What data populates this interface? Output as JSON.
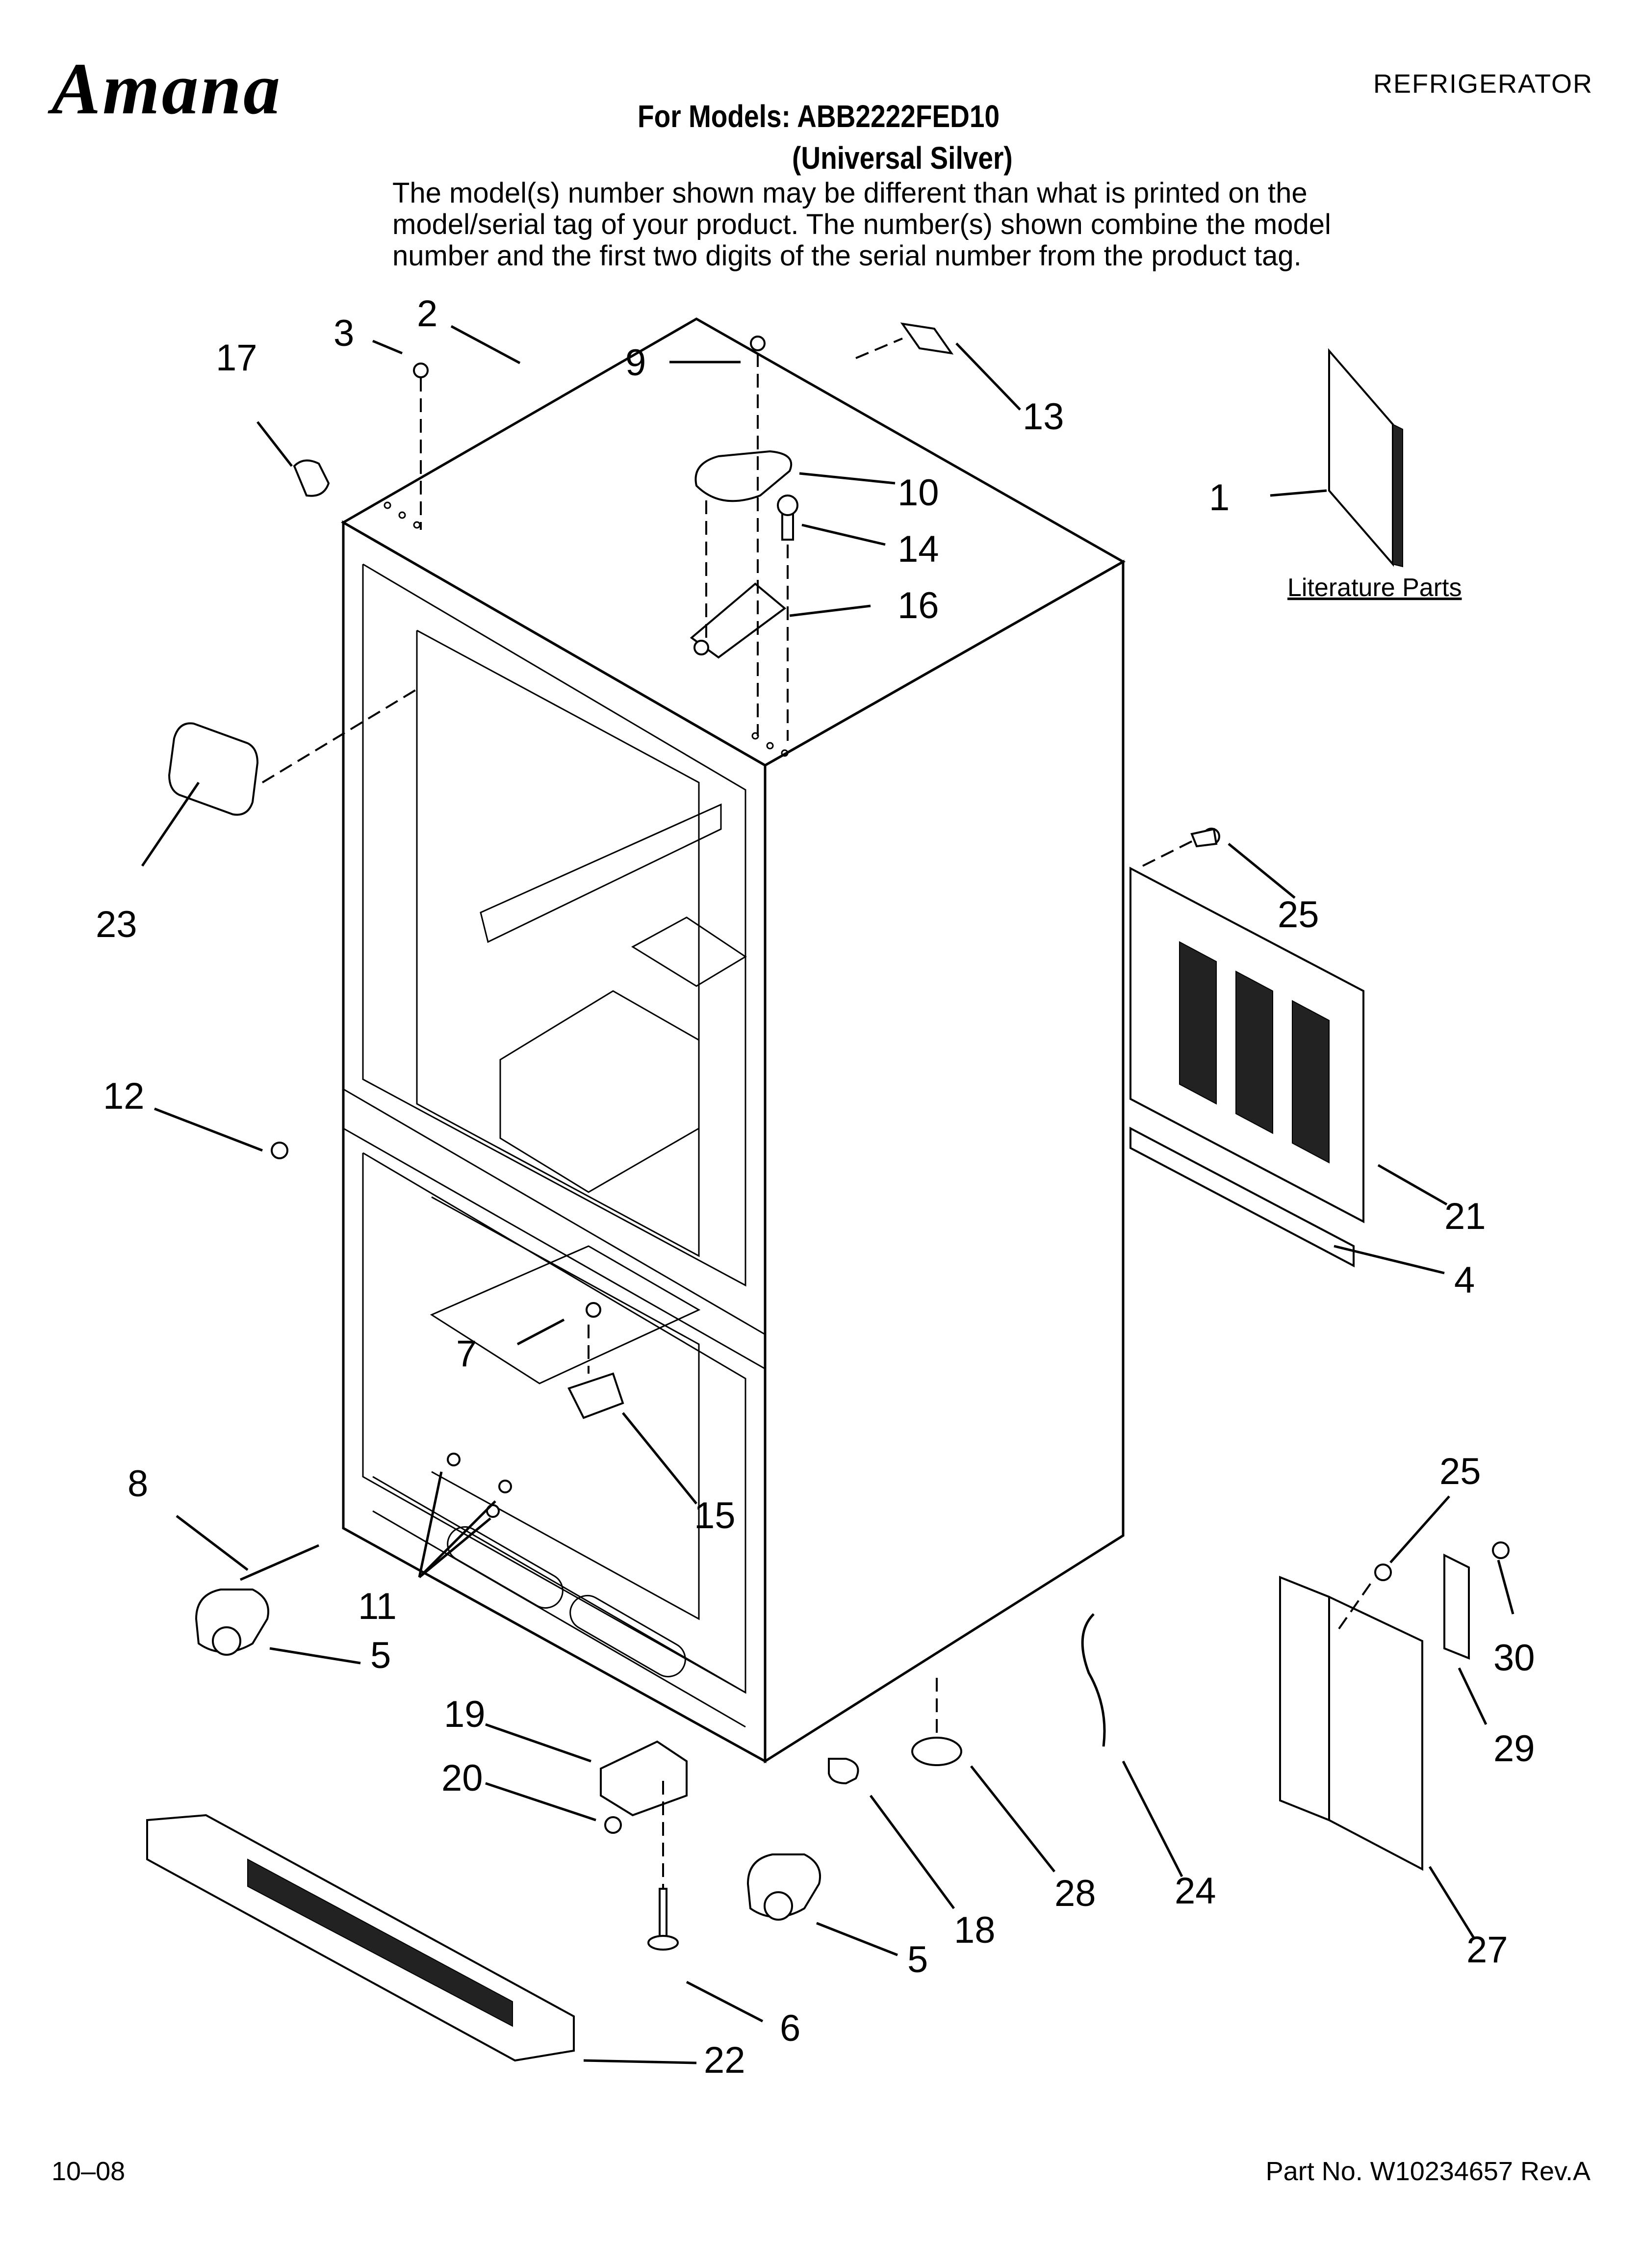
{
  "header": {
    "brand": "Amana",
    "category": "REFRIGERATOR",
    "models_line": "For Models: ABB2222FED10",
    "variant_line": "(Universal Silver)",
    "note": "The model(s) number shown may be different than what is printed on the model/serial tag of your product. The number(s) shown combine the model number and the first two digits of the serial number from the product tag."
  },
  "diagram": {
    "literature_label": "Literature Parts",
    "callouts": [
      "1",
      "2",
      "3",
      "4",
      "5",
      "5",
      "6",
      "7",
      "8",
      "9",
      "10",
      "11",
      "12",
      "13",
      "14",
      "15",
      "16",
      "17",
      "18",
      "19",
      "20",
      "21",
      "22",
      "23",
      "24",
      "25",
      "25",
      "27",
      "28",
      "29",
      "30"
    ]
  },
  "footer": {
    "date": "10–08",
    "part_number": "Part No. W10234657 Rev.A"
  }
}
